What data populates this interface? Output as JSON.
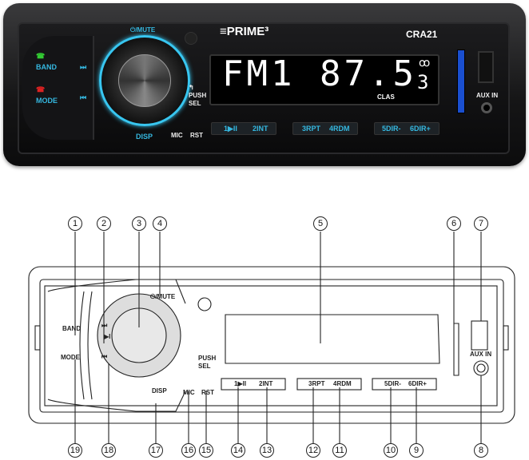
{
  "photo": {
    "brand": "≡PRIME³",
    "model": "CRA21",
    "mute": "⏻/MUTE",
    "band": "BAND",
    "mode": "MODE",
    "next": "⏭",
    "prev": "⏮",
    "disp": "DISP",
    "push": "PUSH",
    "sel": "SEL",
    "mic": "MIC",
    "rst": "RST",
    "aux": "AUX IN",
    "display": {
      "band": "FM1",
      "freq": "87.5",
      "preset": "3",
      "eq": "CLAS",
      "stereo": "ꝏ"
    },
    "presets": [
      "1▶II",
      "2INT",
      "3RPT",
      "4RDM",
      "5DIR-",
      "6DIR+"
    ],
    "accent": "#38c6f0"
  },
  "diagram": {
    "mute": "⏻/MUTE",
    "band": "BAND",
    "mode": "MODE",
    "next": "⏭",
    "play": "▶I",
    "prev": "⏮",
    "disp": "DISP",
    "push": "PUSH",
    "sel": "SEL",
    "mic": "MIC",
    "rst": "RST",
    "aux": "AUX IN",
    "presets": [
      "1▶II",
      "2INT",
      "3RPT",
      "4RDM",
      "5DIR-",
      "6DIR+"
    ],
    "callouts_top": [
      "1",
      "2",
      "3",
      "4",
      "5",
      "6",
      "7"
    ],
    "callouts_bottom": [
      "19",
      "18",
      "17",
      "16",
      "15",
      "14",
      "13",
      "12",
      "11",
      "10",
      "9",
      "8"
    ]
  }
}
